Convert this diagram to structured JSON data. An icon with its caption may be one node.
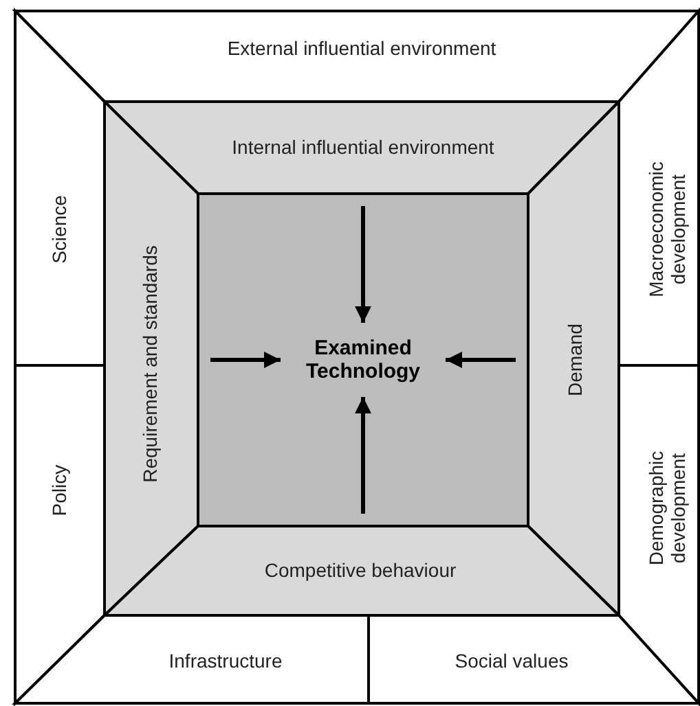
{
  "diagram": {
    "nodes": [
      {
        "text": [
          "External influential environment"
        ]
      },
      {
        "text": [
          "Science"
        ]
      },
      {
        "text": [
          "Internal influential environment"
        ]
      },
      {
        "text": [
          "Macroeconomic development"
        ]
      },
      {
        "text": [
          "Requirement and standards"
        ]
      },
      {
        "text": [],
        "shape": "box"
      },
      {
        "text": [
          "Examined Technology"
        ],
        "in": 5
      },
      {
        "text": [
          "Demand"
        ]
      },
      {
        "text": [
          "Policy"
        ]
      },
      {
        "text": [
          "Competitive behaviour"
        ]
      },
      {
        "text": [
          "Demographic development"
        ]
      },
      {
        "text": [
          "Infrastructure"
        ]
      },
      {
        "text": [
          "Social values"
        ]
      }
    ],
    "edges": [
      {
        "from": 2,
        "to": 6,
        "arrow": "to"
      },
      {
        "from": 4,
        "to": 6,
        "arrow": "to"
      },
      {
        "from": 7,
        "to": 6,
        "arrow": "to"
      },
      {
        "from": 9,
        "to": 6,
        "arrow": "to"
      }
    ]
  }
}
